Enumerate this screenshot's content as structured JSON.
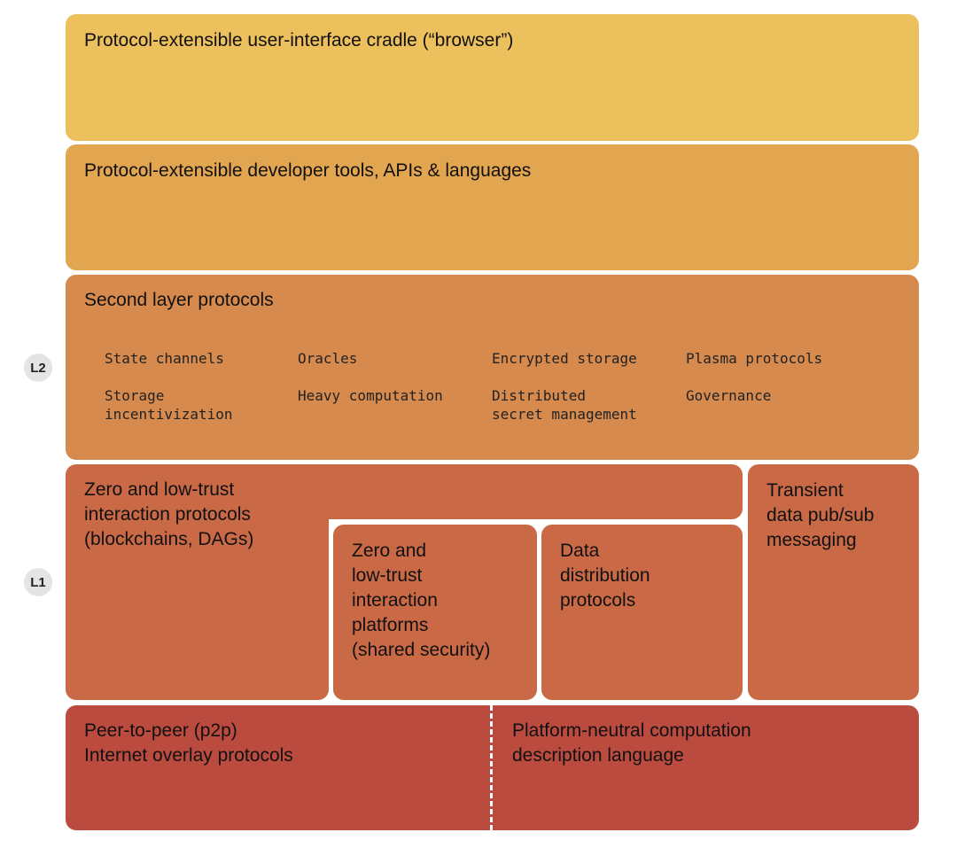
{
  "layers": {
    "browser": {
      "title": "Protocol-extensible user-interface cradle (“browser”)",
      "color": "#ecc05c"
    },
    "devtools": {
      "title": "Protocol-extensible developer tools, APIs & languages",
      "color": "#e2a550"
    },
    "second_layer": {
      "title": "Second layer protocols",
      "color": "#d68a4e",
      "items": [
        "State channels",
        "Oracles",
        "Encrypted storage",
        "Plasma protocols",
        "Storage\nincentivization",
        "Heavy computation",
        "Distributed\nsecret management",
        "Governance"
      ]
    },
    "zero_trust_protocols": {
      "title": "Zero and low-trust\ninteraction protocols\n(blockchains, DAGs)",
      "color": "#c96945"
    },
    "zero_trust_platforms": {
      "title": "Zero and\nlow-trust\ninteraction\nplatforms\n(shared security)",
      "color": "#c96945"
    },
    "data_distribution": {
      "title": "Data\ndistribution\nprotocols",
      "color": "#c96945"
    },
    "transient": {
      "title": "Transient\ndata pub/sub\nmessaging",
      "color": "#c96945"
    },
    "p2p": {
      "title": "Peer-to-peer (p2p)\nInternet overlay protocols",
      "color": "#bb4a3f"
    },
    "computation": {
      "title": "Platform-neutral computation\ndescription language",
      "color": "#bb4a3f"
    }
  },
  "badges": {
    "l2": "L2",
    "l1": "L1"
  }
}
